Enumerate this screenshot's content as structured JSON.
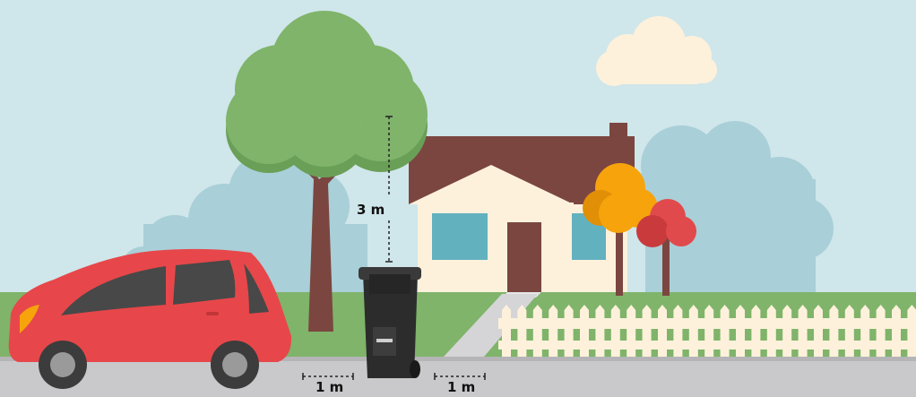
{
  "labels": {
    "height_clearance": "3 m",
    "left_clearance": "1 m",
    "right_clearance": "1 m"
  },
  "colors": {
    "sky": "#cfe6ea",
    "bush": "#a9cfd8",
    "grass": "#7fb46a",
    "road": "#c9c9cb",
    "car": "#e7474a",
    "roof": "#7b4640",
    "house": "#fdf1dc",
    "window": "#62b1bf",
    "tree_green": "#7fb46a",
    "tree_orange": "#f6a30c",
    "tree_red": "#e14a4c",
    "cart": "#2c2c2c",
    "fence": "#fdf1dc"
  }
}
